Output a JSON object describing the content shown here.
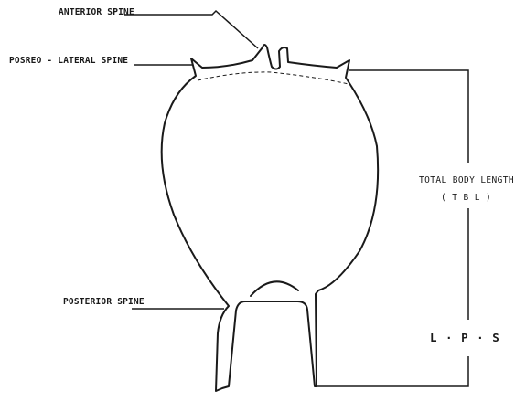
{
  "labels": {
    "anterior_spine": "ANTERIOR SPINE",
    "posterolateral_spine": "POSREO - LATERAL SPINE",
    "posterior_spine": "POSTERIOR SPINE",
    "total_body_length": "TOTAL BODY LENGTH",
    "tbl_abbrev": "( T B L )",
    "lps": "L · P · S"
  },
  "colors": {
    "line": "#1a1a1a",
    "background": "#ffffff"
  }
}
